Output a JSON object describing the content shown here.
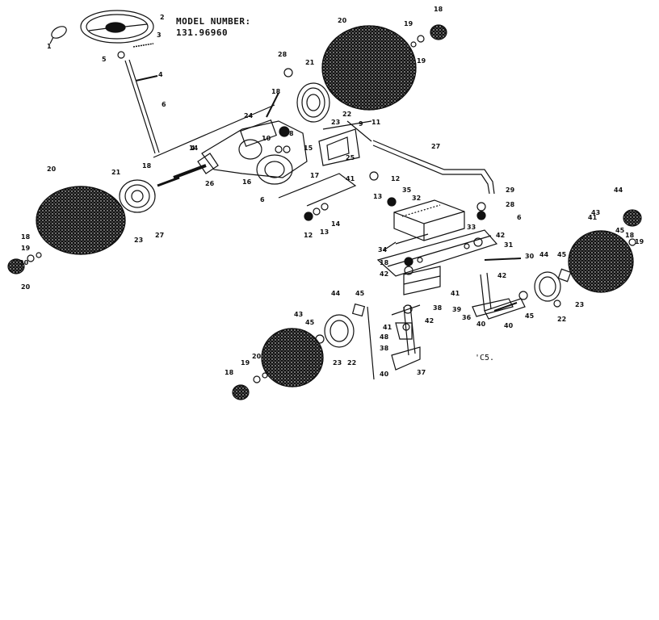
{
  "model": {
    "label": "MODEL NUMBER:",
    "number": "131.96960"
  },
  "code": "'C5.",
  "ink_color": "#111111",
  "callouts": [
    {
      "id": "c1",
      "text": "1"
    },
    {
      "id": "c2",
      "text": "2"
    },
    {
      "id": "c3",
      "text": "3"
    },
    {
      "id": "c4",
      "text": "4"
    },
    {
      "id": "c5",
      "text": "5"
    },
    {
      "id": "c6",
      "text": "6"
    },
    {
      "id": "c7",
      "text": "4"
    },
    {
      "id": "c8",
      "text": "20"
    },
    {
      "id": "c9",
      "text": "19"
    },
    {
      "id": "c10",
      "text": "18"
    },
    {
      "id": "c11",
      "text": "19"
    },
    {
      "id": "c12",
      "text": "28"
    },
    {
      "id": "c13",
      "text": "21"
    },
    {
      "id": "c14",
      "text": "18"
    },
    {
      "id": "c15",
      "text": "22"
    },
    {
      "id": "c16",
      "text": "23"
    },
    {
      "id": "c17",
      "text": "9"
    },
    {
      "id": "c18",
      "text": "11"
    },
    {
      "id": "c19",
      "text": "27"
    },
    {
      "id": "c20",
      "text": "24"
    },
    {
      "id": "c21",
      "text": "14"
    },
    {
      "id": "c22",
      "text": "10"
    },
    {
      "id": "c23",
      "text": "8"
    },
    {
      "id": "c24",
      "text": "15"
    },
    {
      "id": "c25",
      "text": "26"
    },
    {
      "id": "c26",
      "text": "25"
    },
    {
      "id": "c27",
      "text": "16"
    },
    {
      "id": "c28",
      "text": "17"
    },
    {
      "id": "c29",
      "text": "6"
    },
    {
      "id": "c30",
      "text": "41"
    },
    {
      "id": "c31",
      "text": "12"
    },
    {
      "id": "c32",
      "text": "13"
    },
    {
      "id": "c33",
      "text": "35"
    },
    {
      "id": "c34",
      "text": "32"
    },
    {
      "id": "c35",
      "text": "12"
    },
    {
      "id": "c36",
      "text": "13"
    },
    {
      "id": "c37",
      "text": "14"
    },
    {
      "id": "c38",
      "text": "20"
    },
    {
      "id": "c39",
      "text": "21"
    },
    {
      "id": "c40",
      "text": "18"
    },
    {
      "id": "c41",
      "text": "23"
    },
    {
      "id": "c42",
      "text": "27"
    },
    {
      "id": "c43",
      "text": "18"
    },
    {
      "id": "c44",
      "text": "19"
    },
    {
      "id": "c45",
      "text": "20"
    },
    {
      "id": "c46",
      "text": "29"
    },
    {
      "id": "c47",
      "text": "28"
    },
    {
      "id": "c48",
      "text": "6"
    },
    {
      "id": "c49",
      "text": "33"
    },
    {
      "id": "c50",
      "text": "42"
    },
    {
      "id": "c51",
      "text": "31"
    },
    {
      "id": "c52",
      "text": "34"
    },
    {
      "id": "c53",
      "text": "18"
    },
    {
      "id": "c54",
      "text": "42"
    },
    {
      "id": "c55",
      "text": "30"
    },
    {
      "id": "c56",
      "text": "42"
    },
    {
      "id": "c57",
      "text": "41"
    },
    {
      "id": "c58",
      "text": "38"
    },
    {
      "id": "c59",
      "text": "39"
    },
    {
      "id": "c60",
      "text": "40"
    },
    {
      "id": "c61",
      "text": "42"
    },
    {
      "id": "c62",
      "text": "36"
    },
    {
      "id": "c63",
      "text": "40"
    },
    {
      "id": "c64",
      "text": "41"
    },
    {
      "id": "c65",
      "text": "44"
    },
    {
      "id": "c66",
      "text": "45"
    },
    {
      "id": "c67",
      "text": "43"
    },
    {
      "id": "c68",
      "text": "18"
    },
    {
      "id": "c69",
      "text": "19"
    },
    {
      "id": "c70",
      "text": "20"
    },
    {
      "id": "c71",
      "text": "45"
    },
    {
      "id": "c72",
      "text": "22"
    },
    {
      "id": "c73",
      "text": "23"
    },
    {
      "id": "c74",
      "text": "44"
    },
    {
      "id": "c75",
      "text": "45"
    },
    {
      "id": "c76",
      "text": "45"
    },
    {
      "id": "c77",
      "text": "23"
    },
    {
      "id": "c78",
      "text": "22"
    },
    {
      "id": "c79",
      "text": "41"
    },
    {
      "id": "c80",
      "text": "48"
    },
    {
      "id": "c81",
      "text": "38"
    },
    {
      "id": "c82",
      "text": "40"
    },
    {
      "id": "c83",
      "text": "37"
    },
    {
      "id": "c84",
      "text": "43"
    },
    {
      "id": "c85",
      "text": "44"
    },
    {
      "id": "c86",
      "text": "45"
    },
    {
      "id": "c87",
      "text": "18"
    },
    {
      "id": "c88",
      "text": "19"
    },
    {
      "id": "c89",
      "text": "20"
    }
  ]
}
